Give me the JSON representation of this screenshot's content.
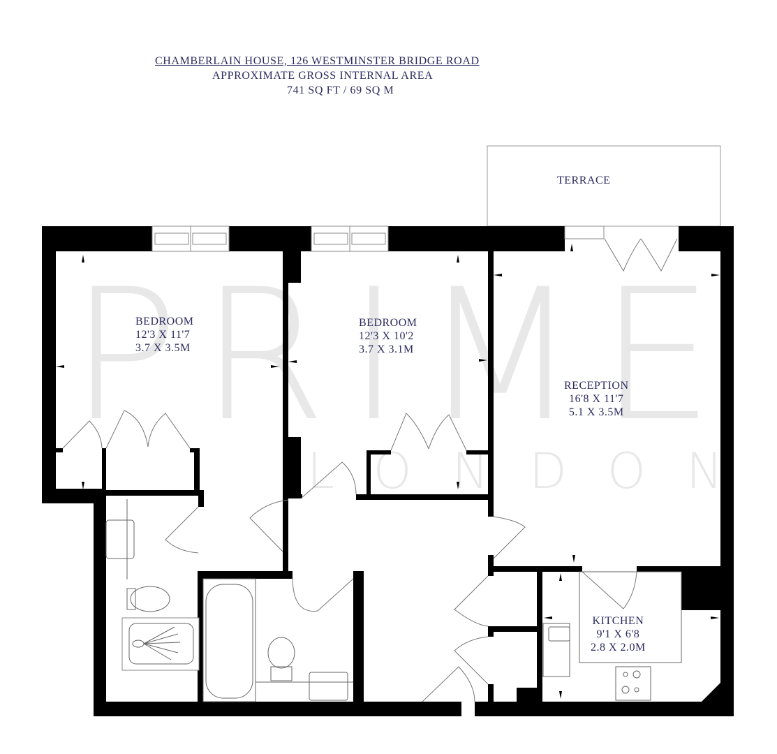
{
  "header": {
    "address": "Chamberlain House, 126 Westminster Bridge Road",
    "area_label": "Approximate Gross Internal Area",
    "area_value": "741 SQ FT / 69 SQ M"
  },
  "watermark": {
    "brand": "PRIME",
    "sub": "LONDON"
  },
  "rooms": {
    "terrace": {
      "name": "TERRACE"
    },
    "bedroom1": {
      "name": "BEDROOM",
      "imperial": "12'3 X 11'7",
      "metric": "3.7 X 3.5M"
    },
    "bedroom2": {
      "name": "BEDROOM",
      "imperial": "12'3 X 10'2",
      "metric": "3.7 X 3.1M"
    },
    "reception": {
      "name": "RECEPTION",
      "imperial": "16'8 X 11'7",
      "metric": "5.1 X 3.5M"
    },
    "kitchen": {
      "name": "KITCHEN",
      "imperial": "9'1 X 6'8",
      "metric": "2.8 X 2.0M"
    }
  },
  "colors": {
    "wall": "#000000",
    "text": "#2a2a5e",
    "fixture_line": "#666666",
    "watermark": "#e8e8e8"
  }
}
